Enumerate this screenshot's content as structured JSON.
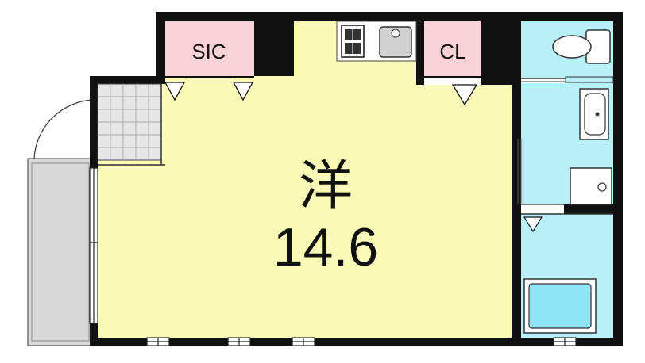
{
  "rooms": {
    "main": {
      "kanji": "洋",
      "size": "14.6"
    },
    "sic": {
      "label": "SIC"
    },
    "cl": {
      "label": "CL"
    }
  },
  "colors": {
    "wall": "#111111",
    "room": "#fafab8",
    "closet": "#f8d2d6",
    "wet": "#b8f0fa",
    "tub": "#8ee6f4",
    "balcony": "#d8d8d8",
    "tile": "#e6e6e6"
  },
  "icons": [
    "toilet-icon",
    "sink-icon",
    "stove-icon",
    "kitchen-sink-icon",
    "bathtub-icon",
    "washer-drain-icon",
    "door-swing-icon",
    "window-icon"
  ]
}
